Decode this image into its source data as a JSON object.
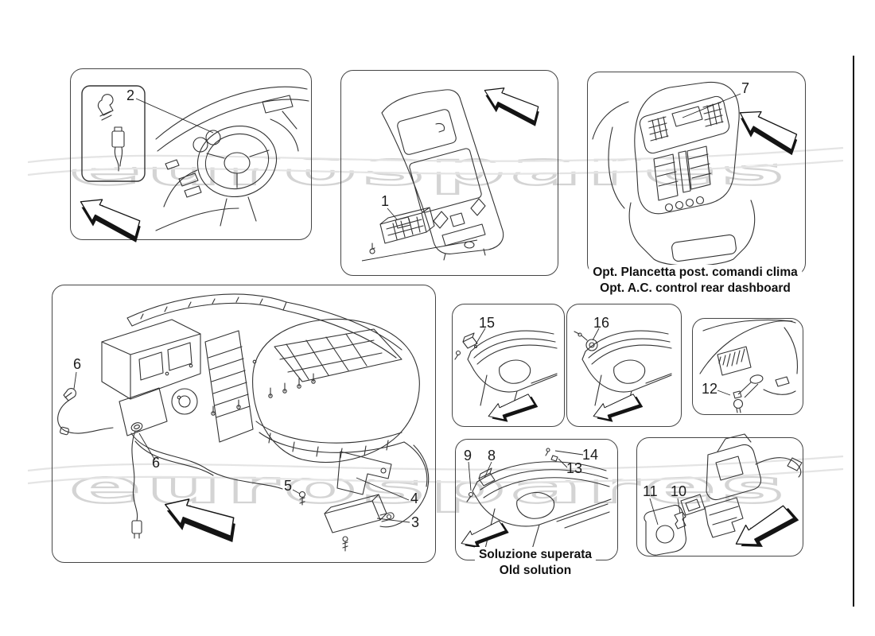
{
  "watermark": {
    "text": "eurospares"
  },
  "panels": {
    "front_dashboard": {
      "callout_2": "2"
    },
    "center_console": {
      "callout_1": "1"
    },
    "rear_console": {
      "callout_7": "7",
      "caption_it": "Opt. Plancetta post. comandi clima",
      "caption_en": "Opt. A.C. control rear dashboard"
    },
    "hvac_unit": {
      "callout_6_upper": "6",
      "callout_6_lower": "6",
      "callout_5": "5",
      "callout_4": "4",
      "callout_3": "3"
    },
    "dash_section_15": {
      "callout_15": "15"
    },
    "dash_section_16": {
      "callout_16": "16"
    },
    "roof_console": {
      "callout_12": "12"
    },
    "old_solution": {
      "callout_9": "9",
      "callout_8": "8",
      "callout_14": "14",
      "callout_13": "13",
      "caption_it": "Soluzione superata",
      "caption_en": "Old solution"
    },
    "sensor_assembly": {
      "callout_11": "11",
      "callout_10": "10"
    }
  }
}
